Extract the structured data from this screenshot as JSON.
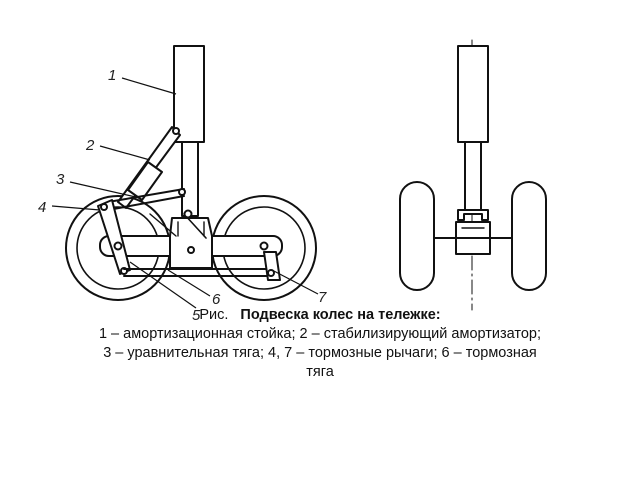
{
  "callouts": [
    {
      "number": "1",
      "part": "amortization-strut"
    },
    {
      "number": "2",
      "part": "stabilizing-damper"
    },
    {
      "number": "3",
      "part": "equalizer-rod"
    },
    {
      "number": "4",
      "part": "brake-lever-front"
    },
    {
      "number": "5",
      "part": "bogie-beam"
    },
    {
      "number": "6",
      "part": "brake-rod"
    },
    {
      "number": "7",
      "part": "brake-lever-rear"
    }
  ],
  "caption": {
    "prefix": "Рис.",
    "title": "Подвеска колес на тележке:",
    "line2": "1 – амортизационная стойка; 2 – стабилизирующий амортизатор;",
    "line3": "3 – уравнительная тяга; 4, 7 – тормозные рычаги; 6 – тормозная",
    "line4": "тяга"
  }
}
